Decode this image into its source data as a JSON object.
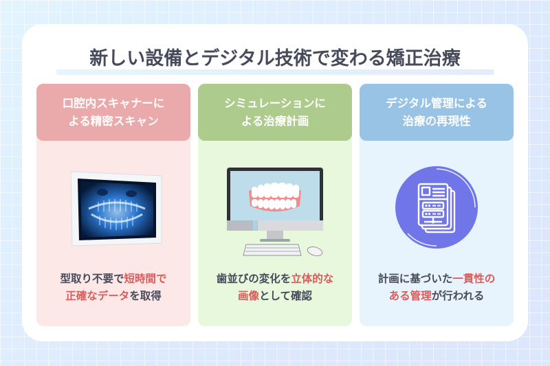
{
  "title": "新しい設備とデジタル技術で変わる矯正治療",
  "columns": [
    {
      "header_line1": "口腔内スキャナーに",
      "header_line2": "よる精密スキャン",
      "illustration": "dental-xray-tablet",
      "desc_line1_a": "型取り不要で",
      "desc_line1_hl": "短時間で",
      "desc_line2_hl": "正確なデータ",
      "desc_line2_b": "を取得"
    },
    {
      "header_line1": "シミュレーションに",
      "header_line2": "よる治療計画",
      "illustration": "computer-with-teeth",
      "desc_line1_a": "歯並びの変化を",
      "desc_line1_hl": "立体的な",
      "desc_line2_hl": "画像",
      "desc_line2_b": "として確認"
    },
    {
      "header_line1": "デジタル管理による",
      "header_line2": "治療の再現性",
      "illustration": "digital-document-server",
      "desc_line1_a": "計画に基づいた",
      "desc_line1_hl": "一貫性の",
      "desc_line2_hl": "ある管理",
      "desc_line2_b": "が行われる"
    }
  ],
  "colors": {
    "title_text": "#474a5a",
    "highlight": "#db5a5a",
    "col1_header": "#eaa9aa",
    "col1_body": "#fde8e8",
    "col2_header": "#aecb8e",
    "col2_body": "#e7f8dd",
    "col3_header": "#99c3e4",
    "col3_body": "#e7f3fd",
    "icon_circle": "#7075e8"
  }
}
